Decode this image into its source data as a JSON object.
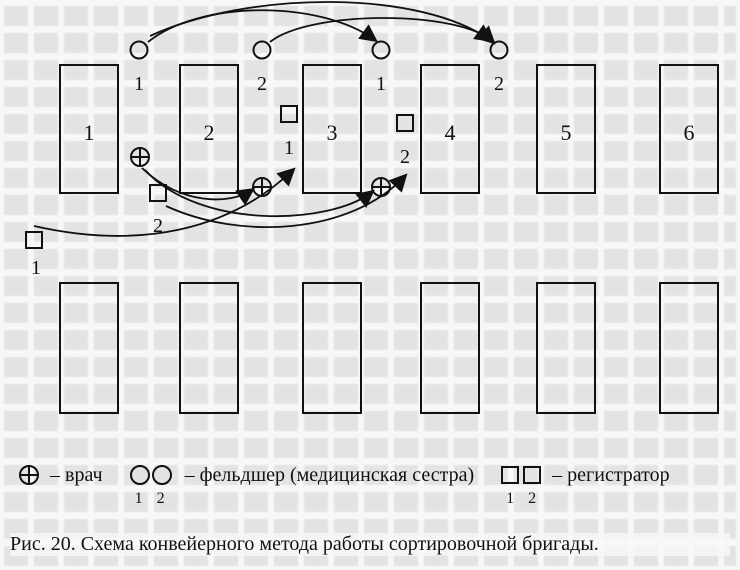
{
  "top_row": {
    "numbers": [
      "1",
      "2",
      "3",
      "4",
      "5",
      "6"
    ]
  },
  "medic_labels": [
    "1",
    "2",
    "1",
    "2"
  ],
  "registrar_labels": [
    "1",
    "2",
    "1",
    "2"
  ],
  "legend": {
    "doctor_label": "– врач",
    "medic_label": "– фельдшер (медицинская сестра)",
    "medic_numbers": [
      "1",
      "2"
    ],
    "registrar_label": "– регистратор",
    "registrar_numbers": [
      "1",
      "2"
    ]
  },
  "caption": {
    "prefix": "Рис. 20.",
    "text": "Схема конвейерного метода работы сортировочной бригады."
  }
}
